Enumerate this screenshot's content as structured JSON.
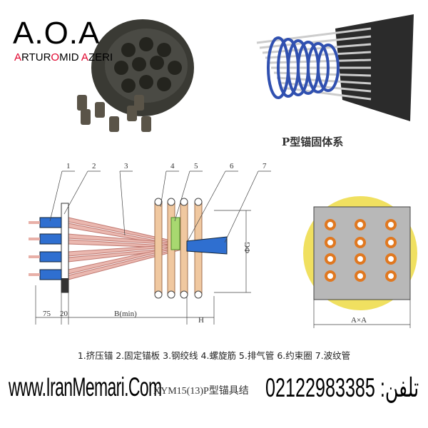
{
  "logo": {
    "title": "A.O.A",
    "subtitle_parts": [
      {
        "t": "A",
        "red": true
      },
      {
        "t": "RTUR",
        "red": false
      },
      {
        "t": "O",
        "red": true
      },
      {
        "t": "MID ",
        "red": false
      },
      {
        "t": "A",
        "red": true
      },
      {
        "t": "ZERI",
        "red": false
      }
    ]
  },
  "photo_title": "P型锚固体系",
  "diagram": {
    "part_numbers": [
      "1",
      "2",
      "3",
      "4",
      "5",
      "6",
      "7"
    ],
    "dim_labels": {
      "d75": "75",
      "d20": "20",
      "b": "B(min)",
      "h": "H",
      "g": "ΦG",
      "a": "A×A"
    }
  },
  "legend": "1.挤压锚  2.固定锚板  3.钢绞线  4.螺旋筋  5.排气管  6.约束圈  7.波纹管",
  "caption": "XYM15(13)P型锚具结",
  "watermark": {
    "site": "www.IranMemari.Com",
    "phone": "تلفن: 02122983385"
  },
  "colors": {
    "anchor_blue": "#2f6fd0",
    "strand_pink": "#e8b0a8",
    "spiral_tan": "#f0c8a0",
    "hole_orange": "#e07820",
    "plate_gray": "#b8b8b8",
    "yellow": "#f0e060"
  }
}
